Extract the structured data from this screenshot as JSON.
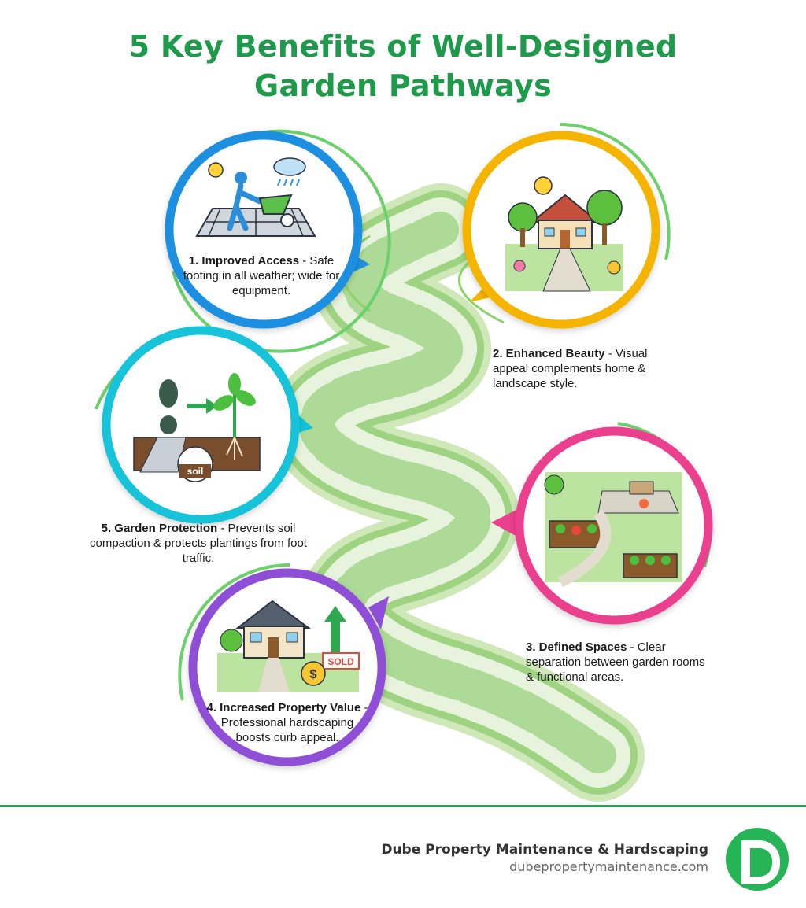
{
  "title": {
    "line1": "5 Key Benefits of Well-Designed",
    "line2": "Garden Pathways"
  },
  "benefits": [
    {
      "heading": "1. Improved Access",
      "text": " - Safe footing in all weather; wide for equipment.",
      "accent": "#1f8fe0",
      "icon": "walking-wheelbarrow-icon"
    },
    {
      "heading": "2. Enhanced Beauty",
      "text": " - Visual appeal complements home & landscape style.",
      "accent": "#f5b400",
      "icon": "house-garden-icon"
    },
    {
      "heading": "3. Defined Spaces",
      "text": " - Clear separation between garden rooms & functional areas.",
      "accent": "#ea3f8e",
      "icon": "garden-rooms-icon"
    },
    {
      "heading": "4. Increased Property Value",
      "text": " - Professional hardscaping boosts curb appeal.",
      "accent": "#8e4fd6",
      "icon": "house-sold-icon"
    },
    {
      "heading": "5. Garden Protection",
      "text": " - Prevents soil compaction & protects plantings from foot traffic.",
      "accent": "#15c3d8",
      "icon": "boot-plant-icon",
      "soil_label": "soil"
    }
  ],
  "footer": {
    "company": "Dube Property Maintenance & Hardscaping",
    "url": "dubepropertymaintenance.com",
    "logo_letter": "D",
    "brand_color": "#2aa356"
  }
}
